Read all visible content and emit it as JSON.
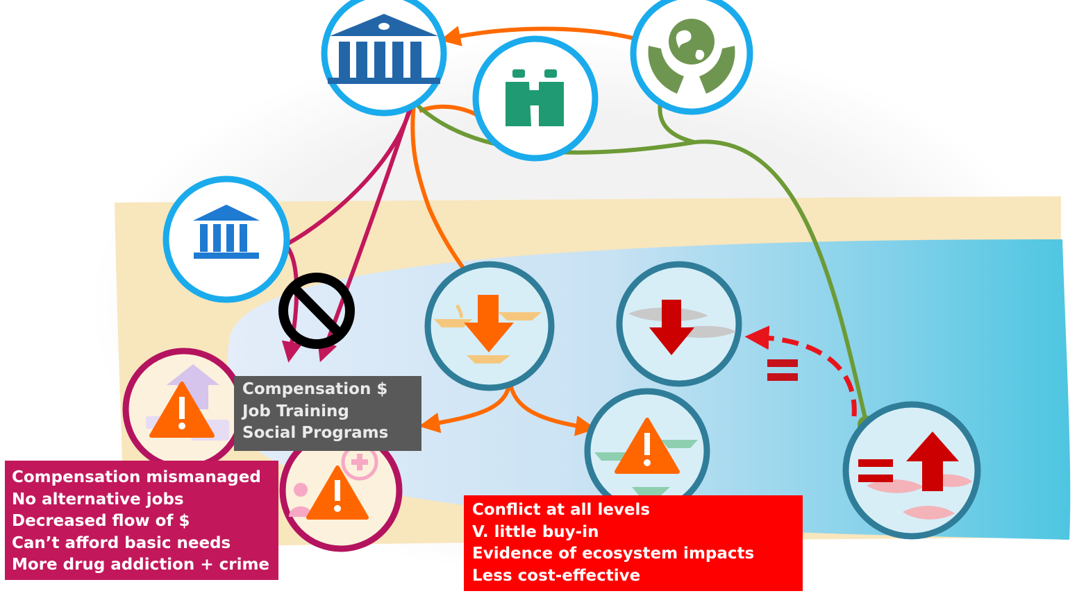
{
  "colors": {
    "institution_ring": "#1aabec",
    "institution_icon": "#2366a8",
    "monitoring_icon": "#1f9a73",
    "ngo_icon": "#6f9651",
    "ecosystem_ring": "#2f7d99",
    "social_ring": "#b4135f",
    "social_link": "#c2185b",
    "orange_link": "#ff6a00",
    "green_link": "#6d9a36",
    "feedback_dash": "#e8141c",
    "warning": "#ff6600",
    "down_arrow": "#cc0000",
    "sand": "#f8e6bd",
    "water": "#5ccbe3",
    "programs_box": "#595959",
    "social_box": "#c2185b",
    "conflict_box": "#ff0000"
  },
  "nodes": {
    "national_government": {
      "icon": "bank-icon"
    },
    "ngo": {
      "icon": "globe-in-hands-icon"
    },
    "monitoring": {
      "icon": "binoculars-icon"
    },
    "local_government": {
      "icon": "bank-icon"
    },
    "prohibition": {
      "icon": "prohibition-icon"
    },
    "fishing_effort": {
      "icon": "boats-down-arrow-icon"
    },
    "fish_decline": {
      "icon": "fish-down-arrow-icon"
    },
    "boat_conflict": {
      "icon": "boats-warning-icon"
    },
    "fish_increase": {
      "icon": "fish-up-arrow-icon"
    },
    "economic_risk": {
      "icon": "money-warning-icon"
    },
    "health_risk": {
      "icon": "health-warning-icon"
    },
    "equal_sign": {
      "icon": "equals-icon"
    }
  },
  "boxes": {
    "programs": [
      "Compensation $",
      "Job Training",
      "Social Programs"
    ],
    "social": [
      "Compensation mismanaged",
      "No alternative jobs",
      "Decreased flow of $",
      "Can’t afford basic needs",
      "More drug addiction + crime"
    ],
    "conflict": [
      "Conflict at all levels",
      "V. little buy-in",
      "Evidence of ecosystem impacts",
      "Less cost-effective"
    ]
  }
}
